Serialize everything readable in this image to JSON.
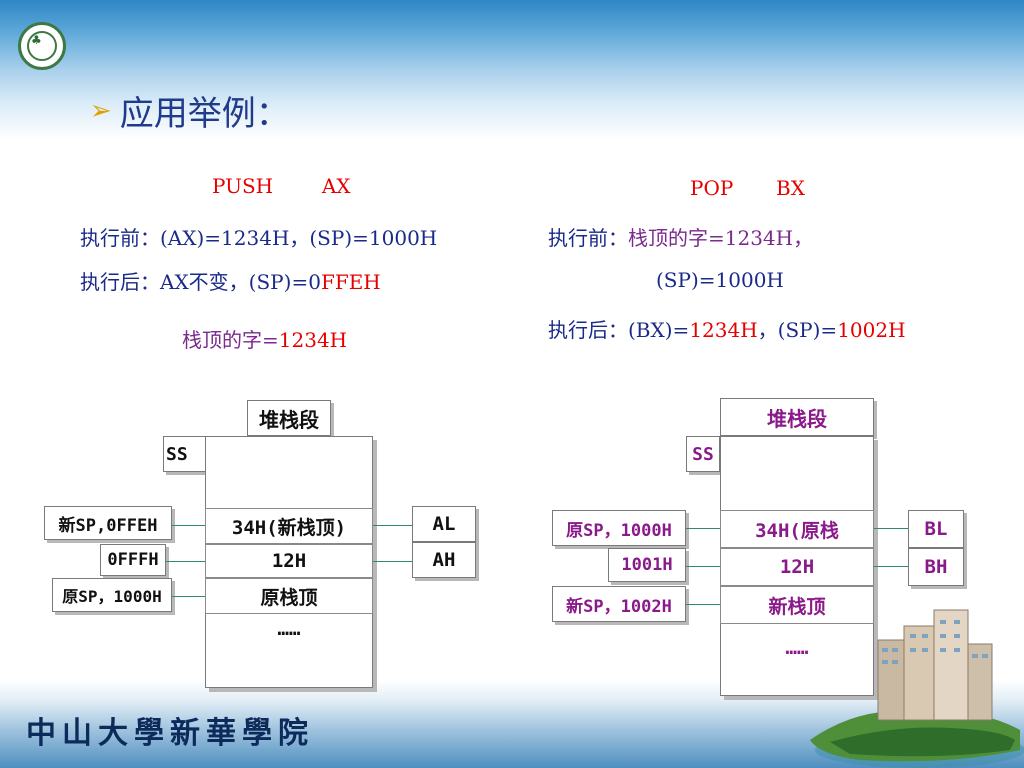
{
  "header": {
    "title": "应用举例："
  },
  "left": {
    "instruction": {
      "op": "PUSH",
      "arg": "AX"
    },
    "before": {
      "label": "执行前：",
      "text": "(AX)=1234H，(SP)=1000H"
    },
    "after": {
      "label": "执行后：",
      "text_a": "AX不变，(SP)=0",
      "text_b": "FFEH"
    },
    "top_word": {
      "label": "栈顶的字=",
      "value": "1234H"
    },
    "diagram": {
      "segment": "堆栈段",
      "ss": "SS",
      "new_sp": "新SP,0FFEH",
      "addr": "0FFFH",
      "old_sp": "原SP，1000H",
      "cells": [
        "34H(新栈顶)",
        "12H",
        "原栈顶",
        "……"
      ],
      "al": "AL",
      "ah": "AH"
    }
  },
  "right": {
    "instruction": {
      "op": "POP",
      "arg": "BX"
    },
    "before": {
      "label": "执行前：",
      "text": "栈顶的字=1234H，",
      "text2": "(SP)=1000H"
    },
    "after": {
      "label": "执行后：",
      "a": "(BX)=",
      "b": "1234H",
      "c": "，(SP)=",
      "d": "1002H"
    },
    "diagram": {
      "segment": "堆栈段",
      "ss": "SS",
      "old_sp": "原SP，1000H",
      "addr": "1001H",
      "new_sp": "新SP，1002H",
      "cells": [
        "34H(原栈",
        "12H",
        "新栈顶",
        "……"
      ],
      "bl": "BL",
      "bh": "BH"
    }
  },
  "footer": {
    "school": "中山大學新華學院"
  },
  "colors": {
    "red": "#e60000",
    "navy": "#1a2a8a",
    "purple": "#7a2b8c",
    "line": "#2e8a6e"
  }
}
